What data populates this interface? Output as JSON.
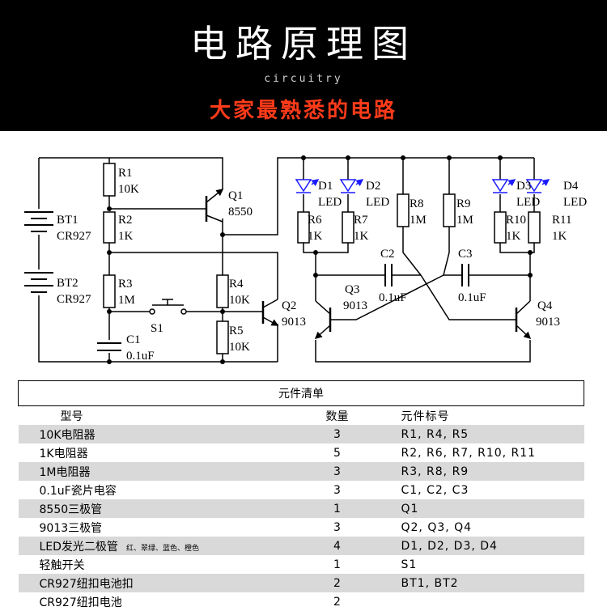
{
  "header": {
    "title": "电路原理图",
    "subtitle": "circuitry",
    "tagline": "大家最熟悉的电路"
  },
  "colors": {
    "background_header": "#000000",
    "tagline": "#ff3b1a",
    "led_blue": "#1a1aff"
  },
  "schematic": {
    "labels": {
      "r1": "R1",
      "r1v": "10K",
      "r2": "R2",
      "r2v": "1K",
      "r3": "R3",
      "r3v": "1M",
      "r4": "R4",
      "r4v": "10K",
      "r5": "R5",
      "r5v": "10K",
      "q1": "Q1",
      "q1v": "8550",
      "q2": "Q2",
      "q2v": "9013",
      "q3": "Q3",
      "q3v": "9013",
      "q4": "Q4",
      "q4v": "9013",
      "bt1": "BT1",
      "bt1v": "CR927",
      "bt2": "BT2",
      "bt2v": "CR927",
      "s1": "S1",
      "c1": "C1",
      "c1v": "0.1uF",
      "d1": "D1",
      "d1v": "LED",
      "d2": "D2",
      "d2v": "LED",
      "d3": "D3",
      "d3v": "LED",
      "d4": "D4",
      "d4v": "LED",
      "r6": "R6",
      "r6v": "1K",
      "r7": "R7",
      "r7v": "1K",
      "r8": "R8",
      "r8v": "1M",
      "r9": "R9",
      "r9v": "1M",
      "r10": "R10",
      "r10v": "1K",
      "r11": "R11",
      "r11v": "1K",
      "c2": "C2",
      "c2v": "0.1uF",
      "c3": "C3",
      "c3v": "0.1uF"
    }
  },
  "bom": {
    "caption": "元件清单",
    "headers": {
      "model": "型号",
      "qty": "数量",
      "refs": "元件标号"
    },
    "rows": [
      {
        "model": "10K电阻器",
        "qty": "3",
        "refs": "R1, R4, R5"
      },
      {
        "model": "1K电阻器",
        "qty": "5",
        "refs": "R2, R6, R7, R10, R11"
      },
      {
        "model": "1M电阻器",
        "qty": "3",
        "refs": "R3, R8, R9"
      },
      {
        "model": "0.1uF瓷片电容",
        "qty": "3",
        "refs": "C1, C2, C3"
      },
      {
        "model": "8550三极管",
        "qty": "1",
        "refs": "Q1"
      },
      {
        "model": "9013三极管",
        "qty": "3",
        "refs": "Q2, Q3, Q4"
      },
      {
        "model": "LED发光二极管",
        "note": "红、翠绿、蓝色、橙色",
        "qty": "4",
        "refs": "D1, D2, D3, D4"
      },
      {
        "model": "轻触开关",
        "qty": "1",
        "refs": "S1"
      },
      {
        "model": "CR927纽扣电池扣",
        "qty": "2",
        "refs": "BT1, BT2"
      },
      {
        "model": "CR927纽扣电池",
        "qty": "2",
        "refs": ""
      }
    ]
  }
}
